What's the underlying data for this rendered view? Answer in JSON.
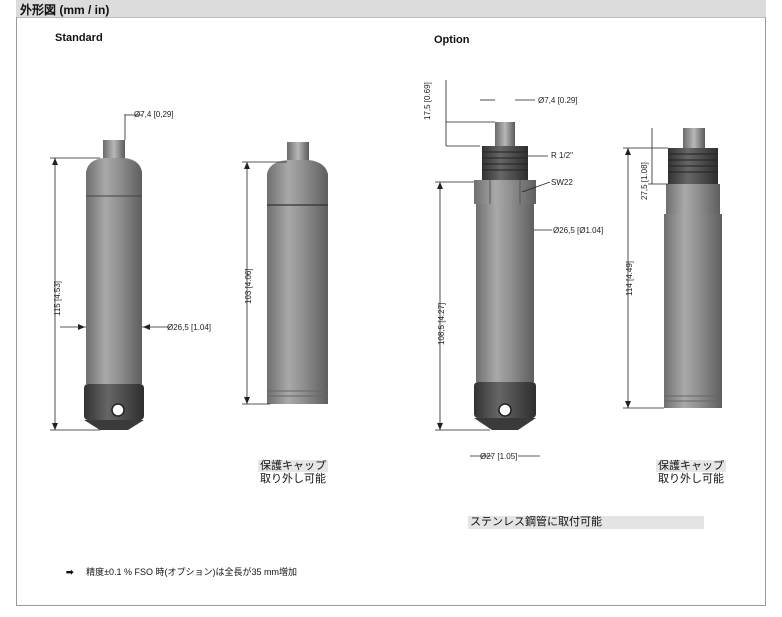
{
  "header": {
    "title": "外形図 (mm / in)"
  },
  "sections": {
    "standard": "Standard",
    "option": "Option"
  },
  "dims": {
    "std_cable_dia": "Ø7,4 [0,29]",
    "std_length": "115 [4.53]",
    "std_body_dia": "Ø26,5 [1.04]",
    "std_cap_length": "103 [4.06]",
    "opt_top": "17,5 [0.69]",
    "opt_cable_dia": "Ø7,4 [0.29]",
    "opt_thread": "R 1/2\"",
    "opt_sw": "SW22",
    "opt_body_dia": "Ø26,5 [Ø1.04]",
    "opt_length": "108,5 [4.27]",
    "opt_nose_dia": "Ø27 [1.05]",
    "opt_thread_len": "27,5 [1.08]",
    "opt_cap_length": "114 [4.49]"
  },
  "captions": {
    "cap_line1": "保護キャップ",
    "cap_line2": "取り外し可能",
    "mount": "ステンレス鋼管に取付可能"
  },
  "note": {
    "arrow": "➡",
    "text": "精度±0.1 % FSO 時(オプション)は全長が35 mm増加"
  },
  "colors": {
    "body": "#8e8e8e",
    "body_dark": "#5a5a5a",
    "nose": "#444444"
  }
}
